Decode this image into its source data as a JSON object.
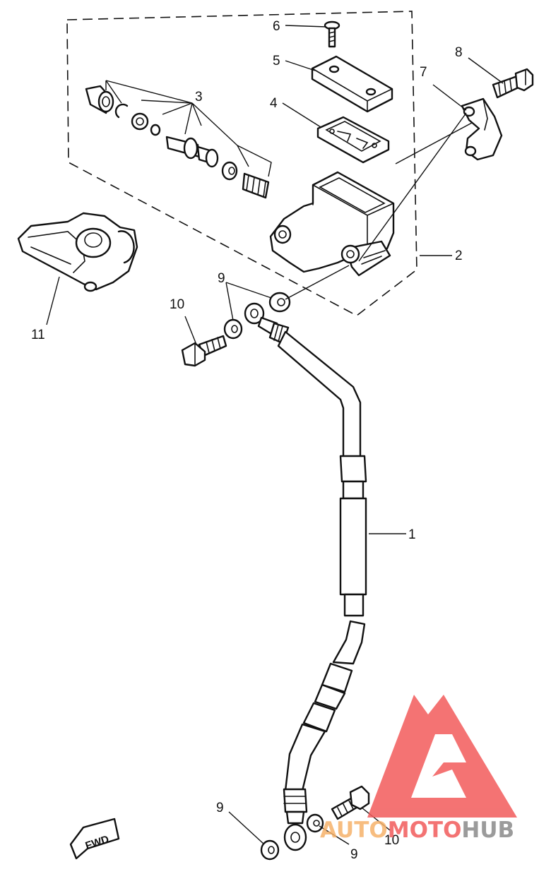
{
  "callouts": {
    "c1": "1",
    "c2": "2",
    "c3": "3",
    "c4": "4",
    "c5": "5",
    "c6": "6",
    "c7": "7",
    "c8": "8",
    "c9a": "9",
    "c9b": "9",
    "c9c": "9",
    "c10a": "10",
    "c10b": "10",
    "c11": "11"
  },
  "direction_tag": "FWD",
  "watermark": {
    "part1": "AUTO",
    "part2": "MOTO",
    "part3": "HUB",
    "color_red": "#f25b5b",
    "color_orange": "#f6b26b",
    "color_grey": "#8a8a8a"
  }
}
